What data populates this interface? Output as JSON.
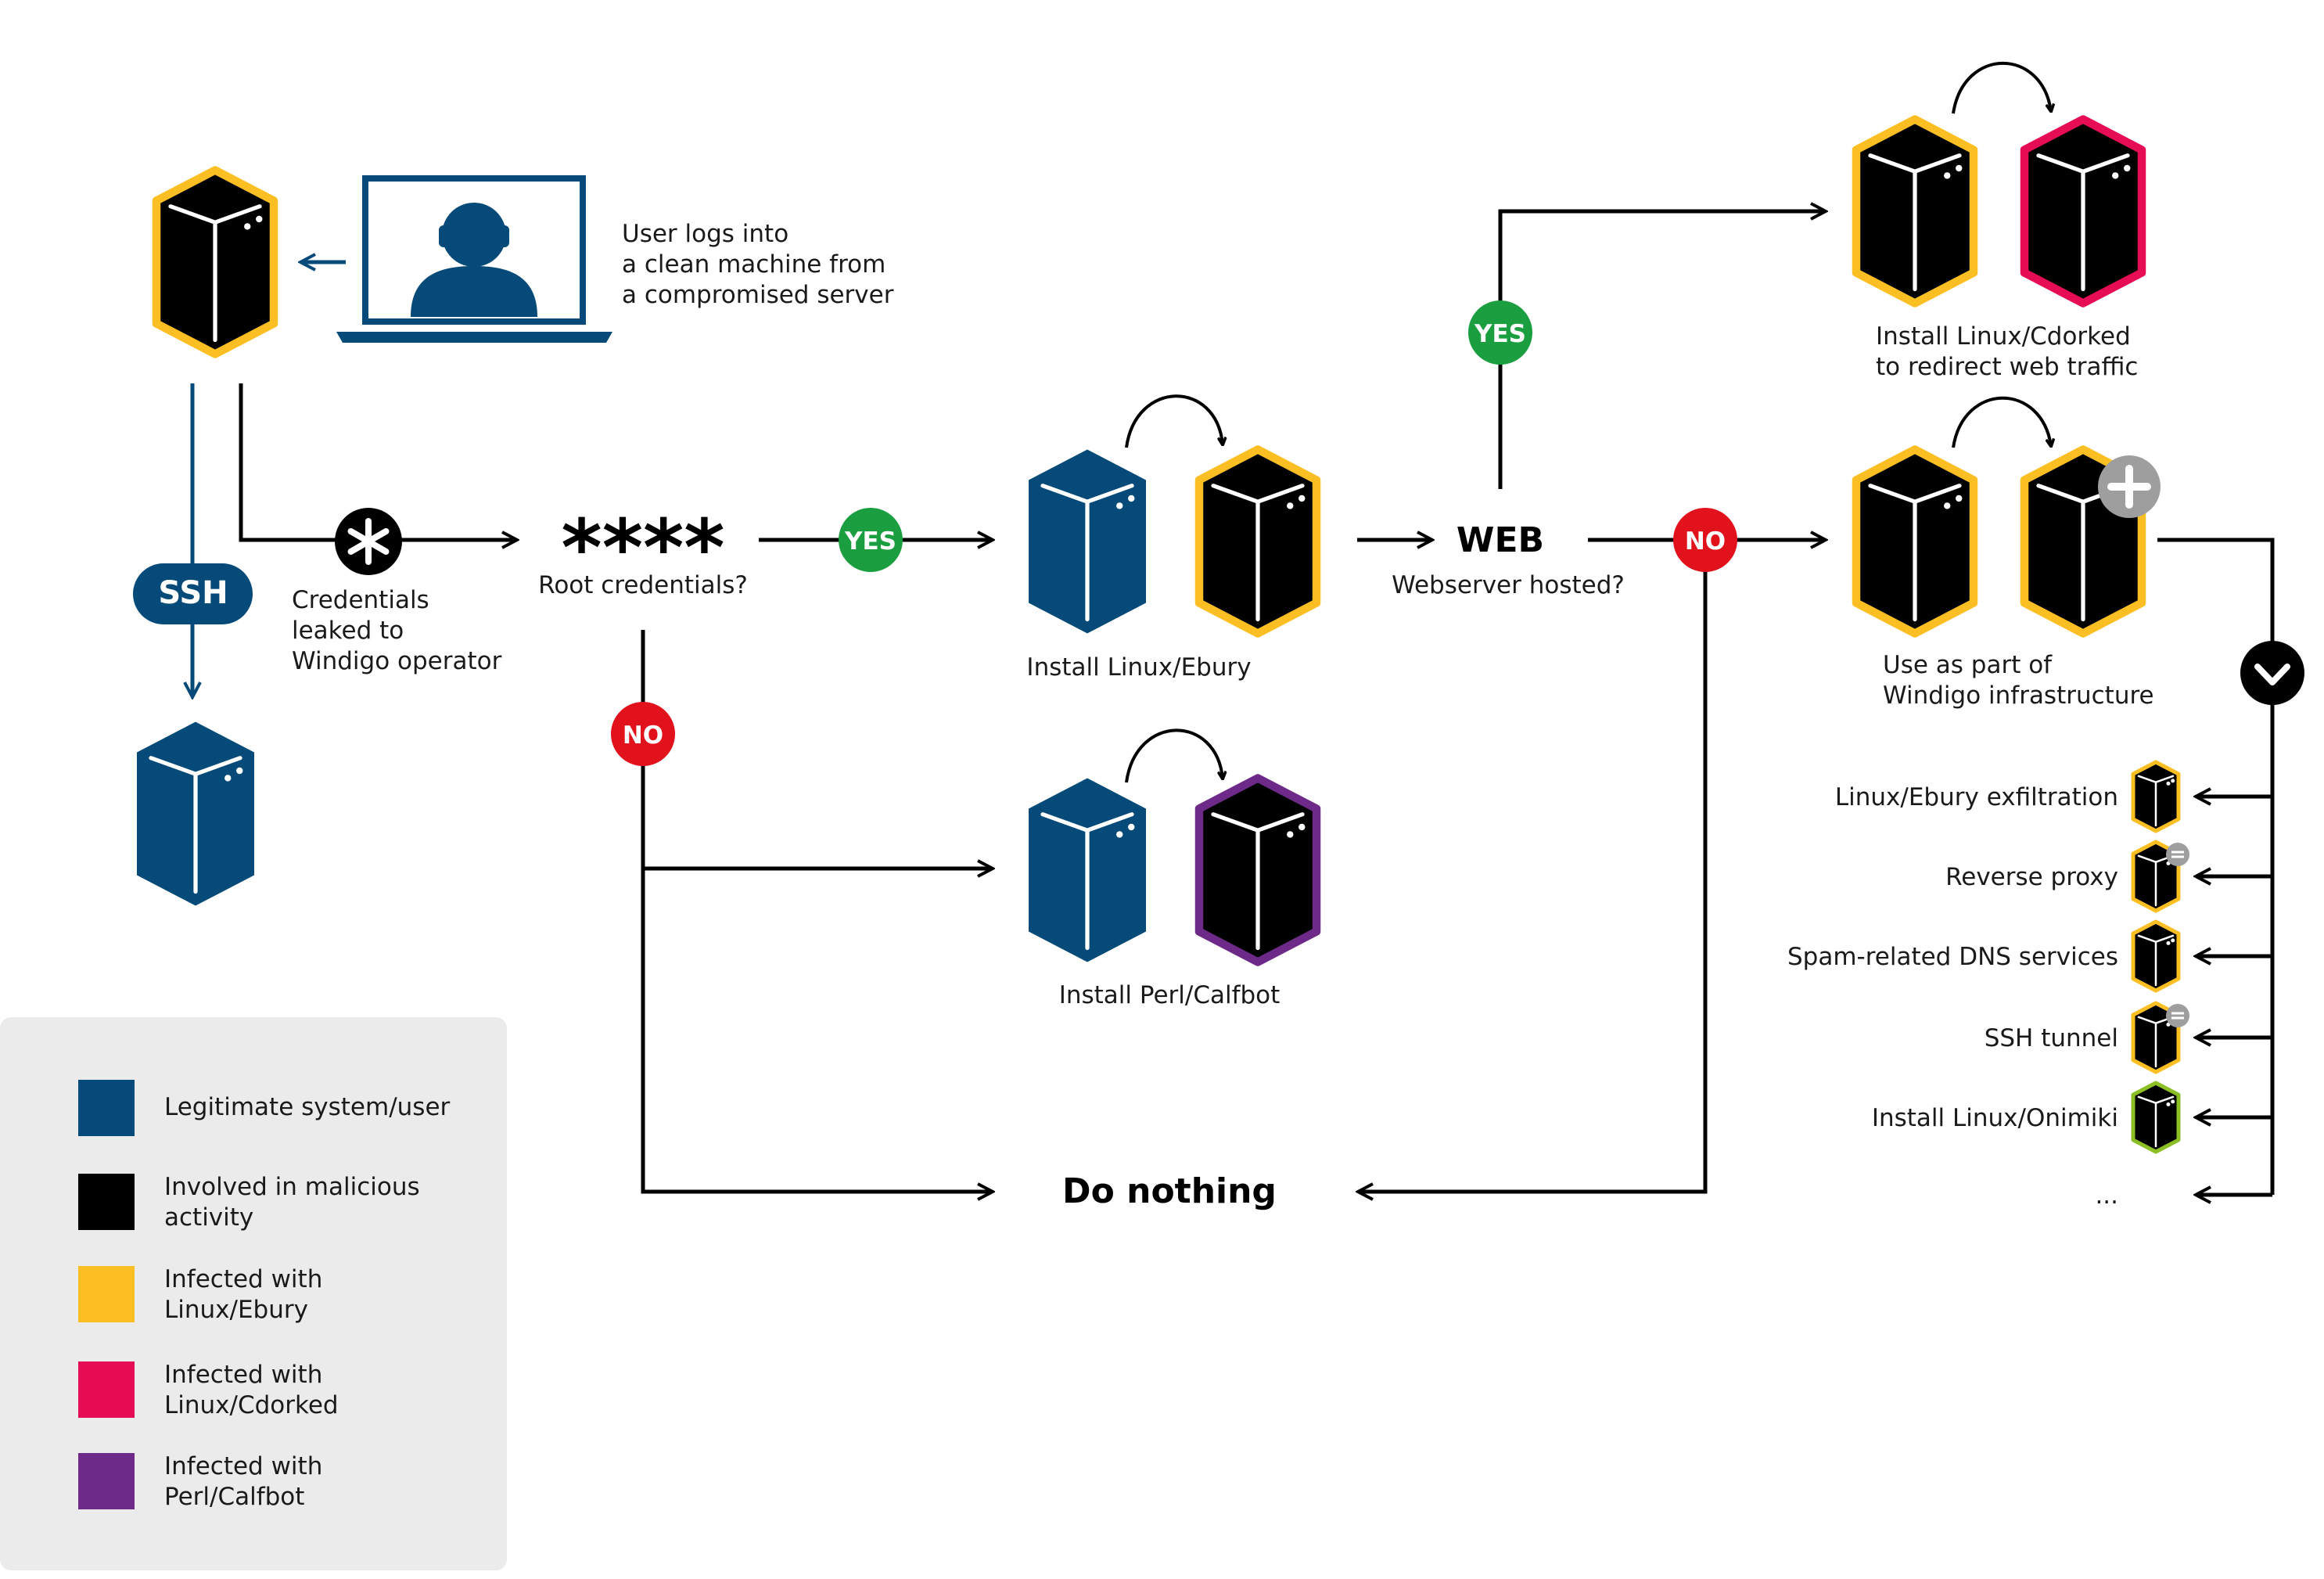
{
  "colors": {
    "legit": "#064a79",
    "black": "#000000",
    "ebury": "#fbbf24",
    "cdorked": "#e60d55",
    "calfbot": "#6d2a89",
    "onimiki": "#8cbf26",
    "yes": "#1a9e3f",
    "no": "#e1121c",
    "grey_badge": "#9e9e9e"
  },
  "labels": {
    "user_login": "User logs into\na clean machine from\na compromised server",
    "ssh": "SSH",
    "credentials": "Credentials\nleaked to\nWindigo operator",
    "stars": "****",
    "root_question": "Root credentials?",
    "yes_root": "YES",
    "no_root": "NO",
    "install_ebury": "Install Linux/Ebury",
    "install_calfbot": "Install Perl/Calfbot",
    "web": "WEB",
    "web_question": "Webserver hosted?",
    "yes_web": "YES",
    "no_web": "NO",
    "install_cdorked": "Install Linux/Cdorked\nto redirect web traffic",
    "windigo_infra": "Use as part of\nWindigo infrastructure",
    "do_nothing": "Do nothing"
  },
  "uses": [
    {
      "label": "Linux/Ebury exfiltration",
      "badge": false,
      "border": "ebury"
    },
    {
      "label": "Reverse proxy",
      "badge": true,
      "border": "ebury"
    },
    {
      "label": "Spam-related DNS services",
      "badge": false,
      "border": "ebury"
    },
    {
      "label": "SSH tunnel",
      "badge": true,
      "border": "ebury"
    },
    {
      "label": "Install Linux/Onimiki",
      "badge": false,
      "border": "onimiki"
    },
    {
      "label": "...",
      "badge": false,
      "border": "none"
    }
  ],
  "legend": [
    {
      "label": "Legitimate system/user",
      "color": "#064a79"
    },
    {
      "label": "Involved in malicious\nactivity",
      "color": "#000000"
    },
    {
      "label": "Infected with\nLinux/Ebury",
      "color": "#fbbf24"
    },
    {
      "label": "Infected with\nLinux/Cdorked",
      "color": "#e60d55"
    },
    {
      "label": "Infected with\nPerl/Calfbot",
      "color": "#6d2a89"
    }
  ]
}
